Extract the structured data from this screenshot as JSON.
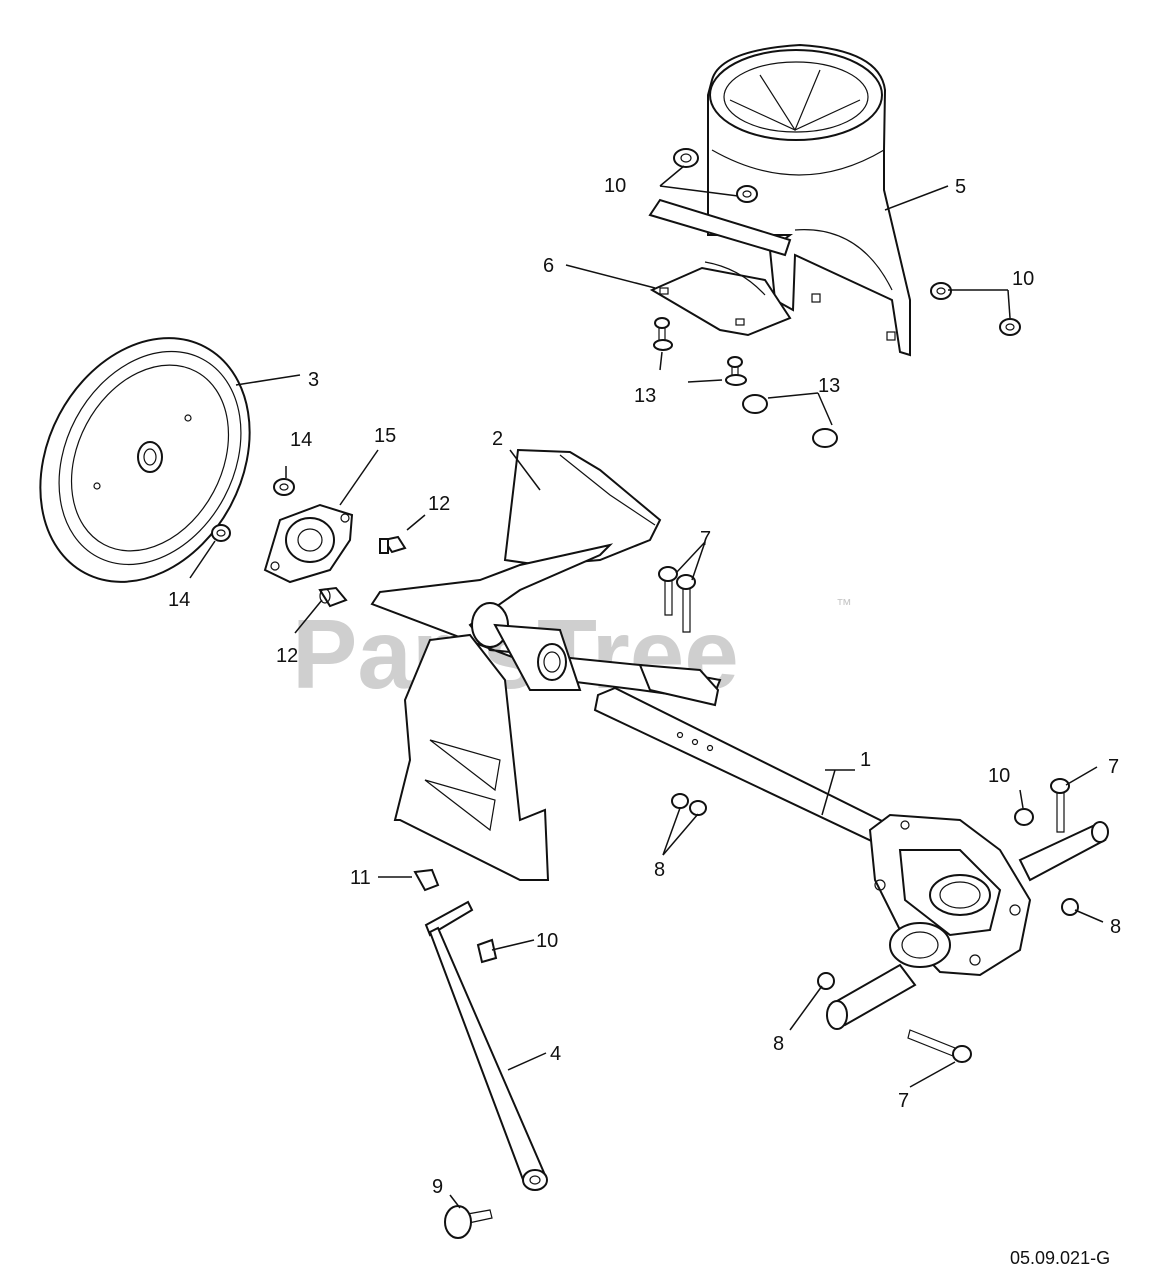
{
  "diagram": {
    "watermark": "PartsTree",
    "trademark": "™",
    "drawing_code": "05.09.021-G",
    "callouts": {
      "c1": "1",
      "c2": "2",
      "c3": "3",
      "c4": "4",
      "c5": "5",
      "c6": "6",
      "c7a": "7",
      "c7b": "7",
      "c7c": "7",
      "c8a": "8",
      "c8b": "8",
      "c8c": "8",
      "c9": "9",
      "c10a": "10",
      "c10b": "10",
      "c10c": "10",
      "c10d": "10",
      "c11": "11",
      "c12a": "12",
      "c12b": "12",
      "c13a": "13",
      "c13b": "13",
      "c14a": "14",
      "c14b": "14",
      "c15": "15"
    }
  }
}
